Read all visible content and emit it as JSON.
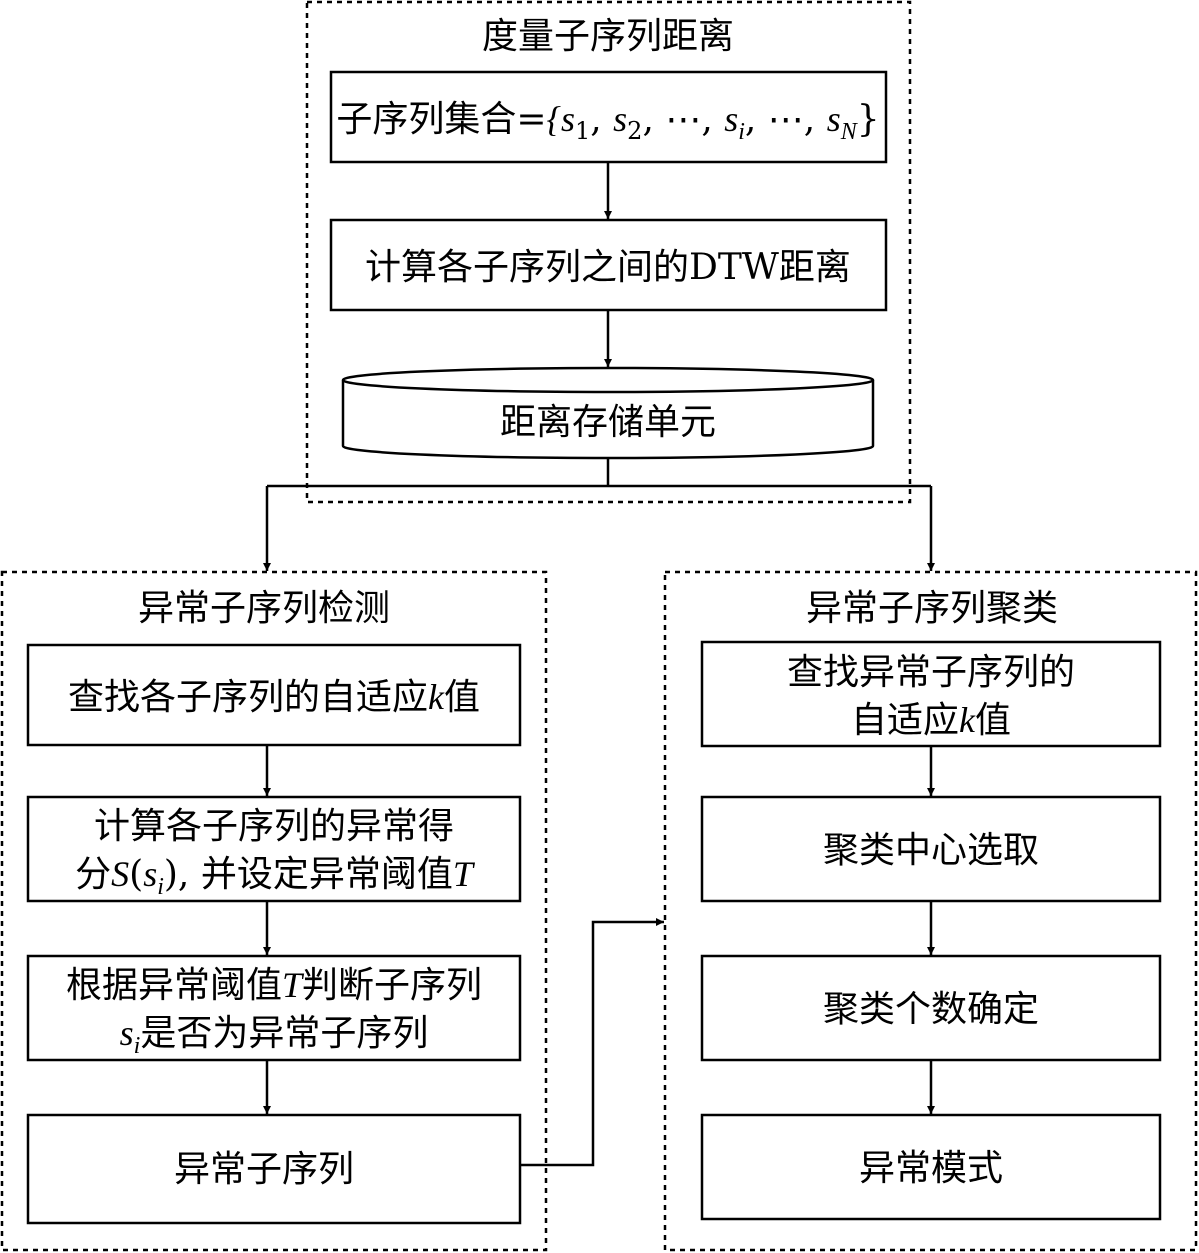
{
  "groups": {
    "distance": {
      "title": "度量子序列距离"
    },
    "detection": {
      "title": "异常子序列检测"
    },
    "clustering": {
      "title": "异常子序列聚类"
    }
  },
  "nodes": {
    "subseq_set": {
      "prefix": "子序列集合=",
      "formula": [
        "{",
        "s",
        "1",
        ", ",
        "s",
        "2",
        ", ⋯, ",
        "s",
        "i",
        ", ⋯, ",
        "s",
        "N",
        "}"
      ]
    },
    "dtw": {
      "label": "计算各子序列之间的DTW距离"
    },
    "storage": {
      "label": "距离存储单元"
    },
    "det_k": {
      "before": "查找各子序列的自适应",
      "var": "k",
      "after": "值"
    },
    "det_score": {
      "line1": "计算各子序列的异常得",
      "line2_a": "分",
      "line2_S": "S",
      "line2_paren_open": "(",
      "line2_s": "s",
      "line2_sub": "i",
      "line2_paren_close": "),",
      "line2_b": " 并设定异常阈值",
      "line2_T": "T"
    },
    "det_judge": {
      "line1_a": "根据异常阈值",
      "line1_T": "T",
      "line1_b": "判断子序列",
      "line2_s": "s",
      "line2_sub": "i",
      "line2_b": "是否为异常子序列"
    },
    "det_result": {
      "label": "异常子序列"
    },
    "clu_k": {
      "line1": "查找异常子序列的",
      "line2_a": "自适应",
      "line2_var": "k",
      "line2_b": "值"
    },
    "clu_center": {
      "label": "聚类中心选取"
    },
    "clu_count": {
      "label": "聚类个数确定"
    },
    "clu_pattern": {
      "label": "异常模式"
    }
  }
}
